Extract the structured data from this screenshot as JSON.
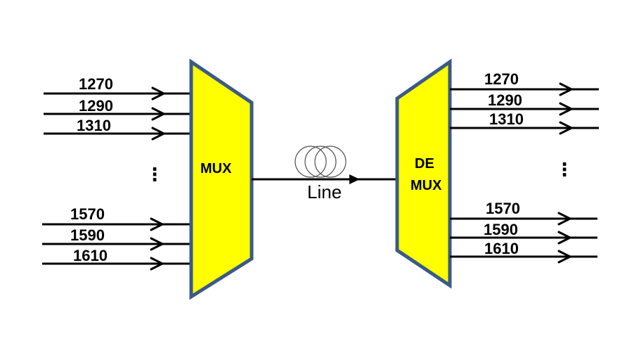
{
  "mux": {
    "label": "MUX",
    "fill_color": "#ffff00",
    "border_color": "#3b5a88",
    "inputs_top": [
      "1270",
      "1290",
      "1310"
    ],
    "inputs_bottom": [
      "1570",
      "1590",
      "1610"
    ],
    "ellipsis": "⋮"
  },
  "link": {
    "label": "Line",
    "icon": "fiber-coil-icon"
  },
  "demux": {
    "label_line1": "DE",
    "label_line2": "MUX",
    "fill_color": "#ffff00",
    "border_color": "#3b5a88",
    "outputs_top": [
      "1270",
      "1290",
      "1310"
    ],
    "outputs_bottom": [
      "1570",
      "1590",
      "1610"
    ],
    "ellipsis": "⋮"
  }
}
